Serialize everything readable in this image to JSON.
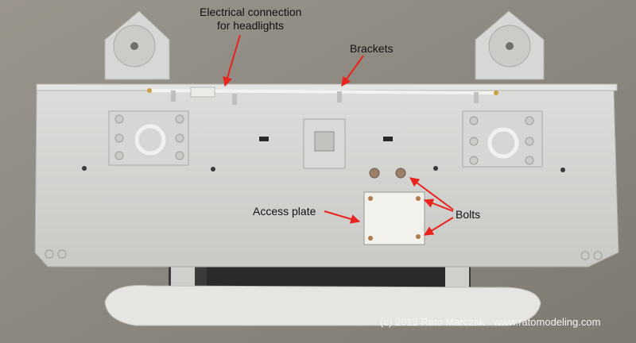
{
  "annotations": {
    "electrical_line1": "Electrical connection",
    "electrical_line2": "for headlights",
    "brackets": "Brackets",
    "access_plate": "Access plate",
    "bolts": "Bolts"
  },
  "copyright": "(c) 2012 Rato Marczak - www.ratomodeling.com",
  "colors": {
    "background": "#8a857d",
    "plate": "#d3d3d1",
    "access_plate": "#f2f1ec",
    "arrow": "#e8241d",
    "text": "#111111"
  }
}
